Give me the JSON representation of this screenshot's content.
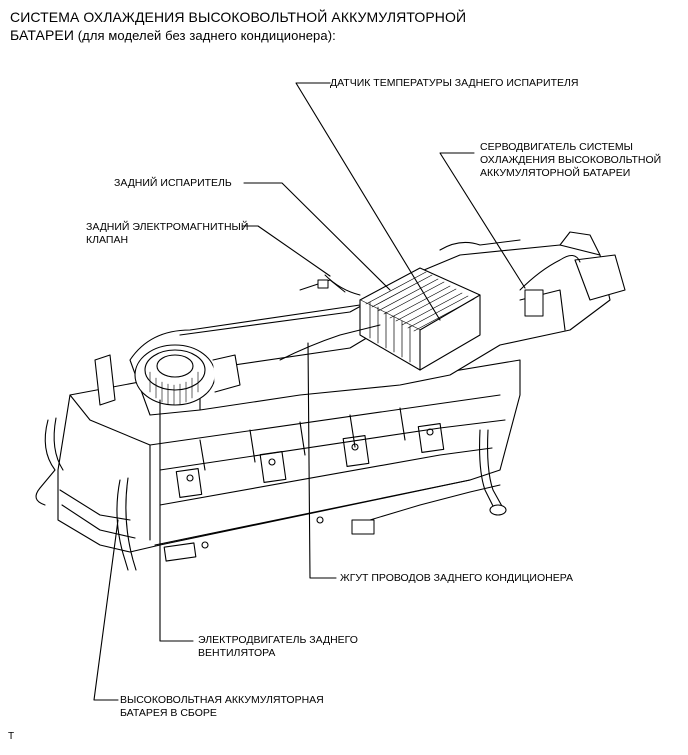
{
  "title": {
    "line1": "СИСТЕМА ОХЛАЖДЕНИЯ ВЫСОКОВОЛЬТНОЙ АККУМУЛЯТОРНОЙ",
    "line2_main": "БАТАРЕИ",
    "line2_note": " (для моделей без заднего кондиционера):"
  },
  "labels": {
    "rear_evap_temp_sensor": "ДАТЧИК ТЕМПЕРАТУРЫ ЗАДНЕГО ИСПАРИТЕЛЯ",
    "servo_motor": "СЕРВОДВИГАТЕЛЬ СИСТЕМЫ\nОХЛАЖДЕНИЯ ВЫСОКОВОЛЬТНОЙ\nАККУМУЛЯТОРНОЙ БАТАРЕИ",
    "rear_evaporator": "ЗАДНИЙ ИСПАРИТЕЛЬ",
    "rear_solenoid_valve": "ЗАДНИЙ ЭЛЕКТРОМАГНИТНЫЙ\nКЛАПАН",
    "rear_ac_harness": "ЖГУТ ПРОВОДОВ ЗАДНЕГО КОНДИЦИОНЕРА",
    "rear_blower_motor": "ЭЛЕКТРОДВИГАТЕЛЬ ЗАДНЕГО\nВЕНТИЛЯТОРА",
    "hv_battery_assembly": "ВЫСОКОВОЛЬТНАЯ АККУМУЛЯТОРНАЯ\nБАТАРЕЯ В СБОРЕ"
  },
  "footer": "T"
}
